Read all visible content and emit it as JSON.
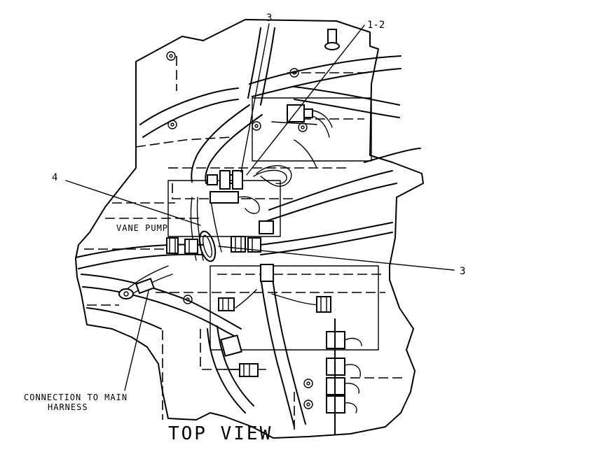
{
  "callouts": {
    "top_3": "3",
    "top_1_2": "1-2",
    "left_4": "4",
    "right_3": "3"
  },
  "labels": {
    "vane_pump": "VANE PUMP",
    "connection_line1": "CONNECTION TO MAIN",
    "connection_line2": "HARNESS",
    "view_title": "TOP VIEW"
  },
  "colors": {
    "ink": "#000000",
    "paper": "#ffffff"
  }
}
